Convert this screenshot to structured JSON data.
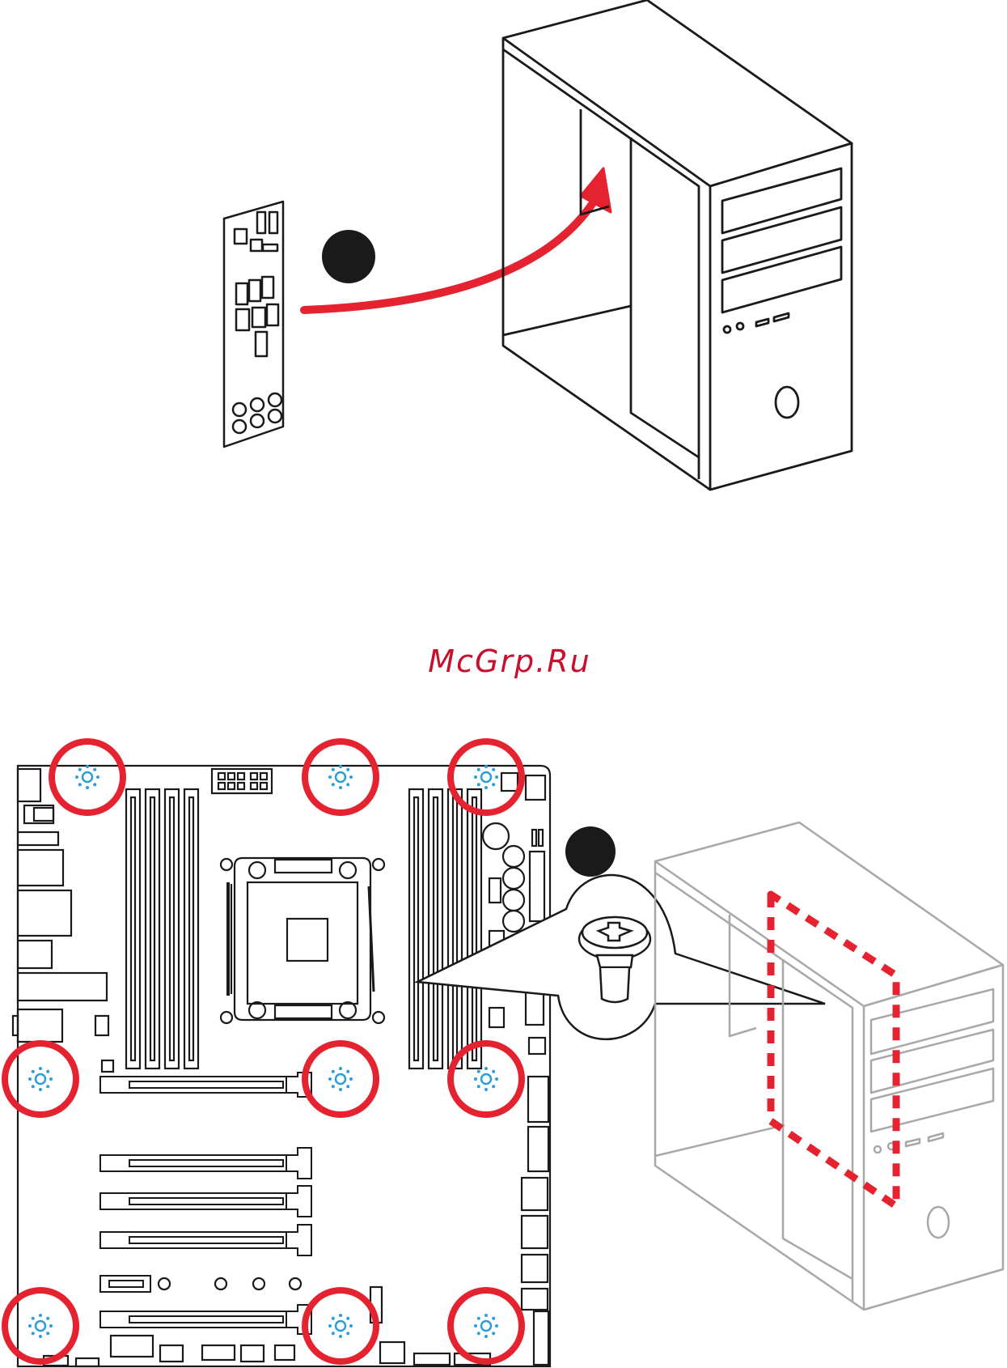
{
  "watermark": {
    "text": "McGrp.Ru"
  },
  "steps": {
    "marker_count": 2
  },
  "standoffs": {
    "count": 9
  },
  "colors": {
    "line": "#1a1a1a",
    "accent_red": "#e52330",
    "standoff_blue": "#2a9fd8",
    "case_gray": "#a8a8a8"
  },
  "icons": {
    "io_shield": "io-shield-icon",
    "pc_case": "pc-case-icon",
    "motherboard": "motherboard-icon",
    "screw": "screw-icon",
    "standoff": "standoff-icon"
  }
}
